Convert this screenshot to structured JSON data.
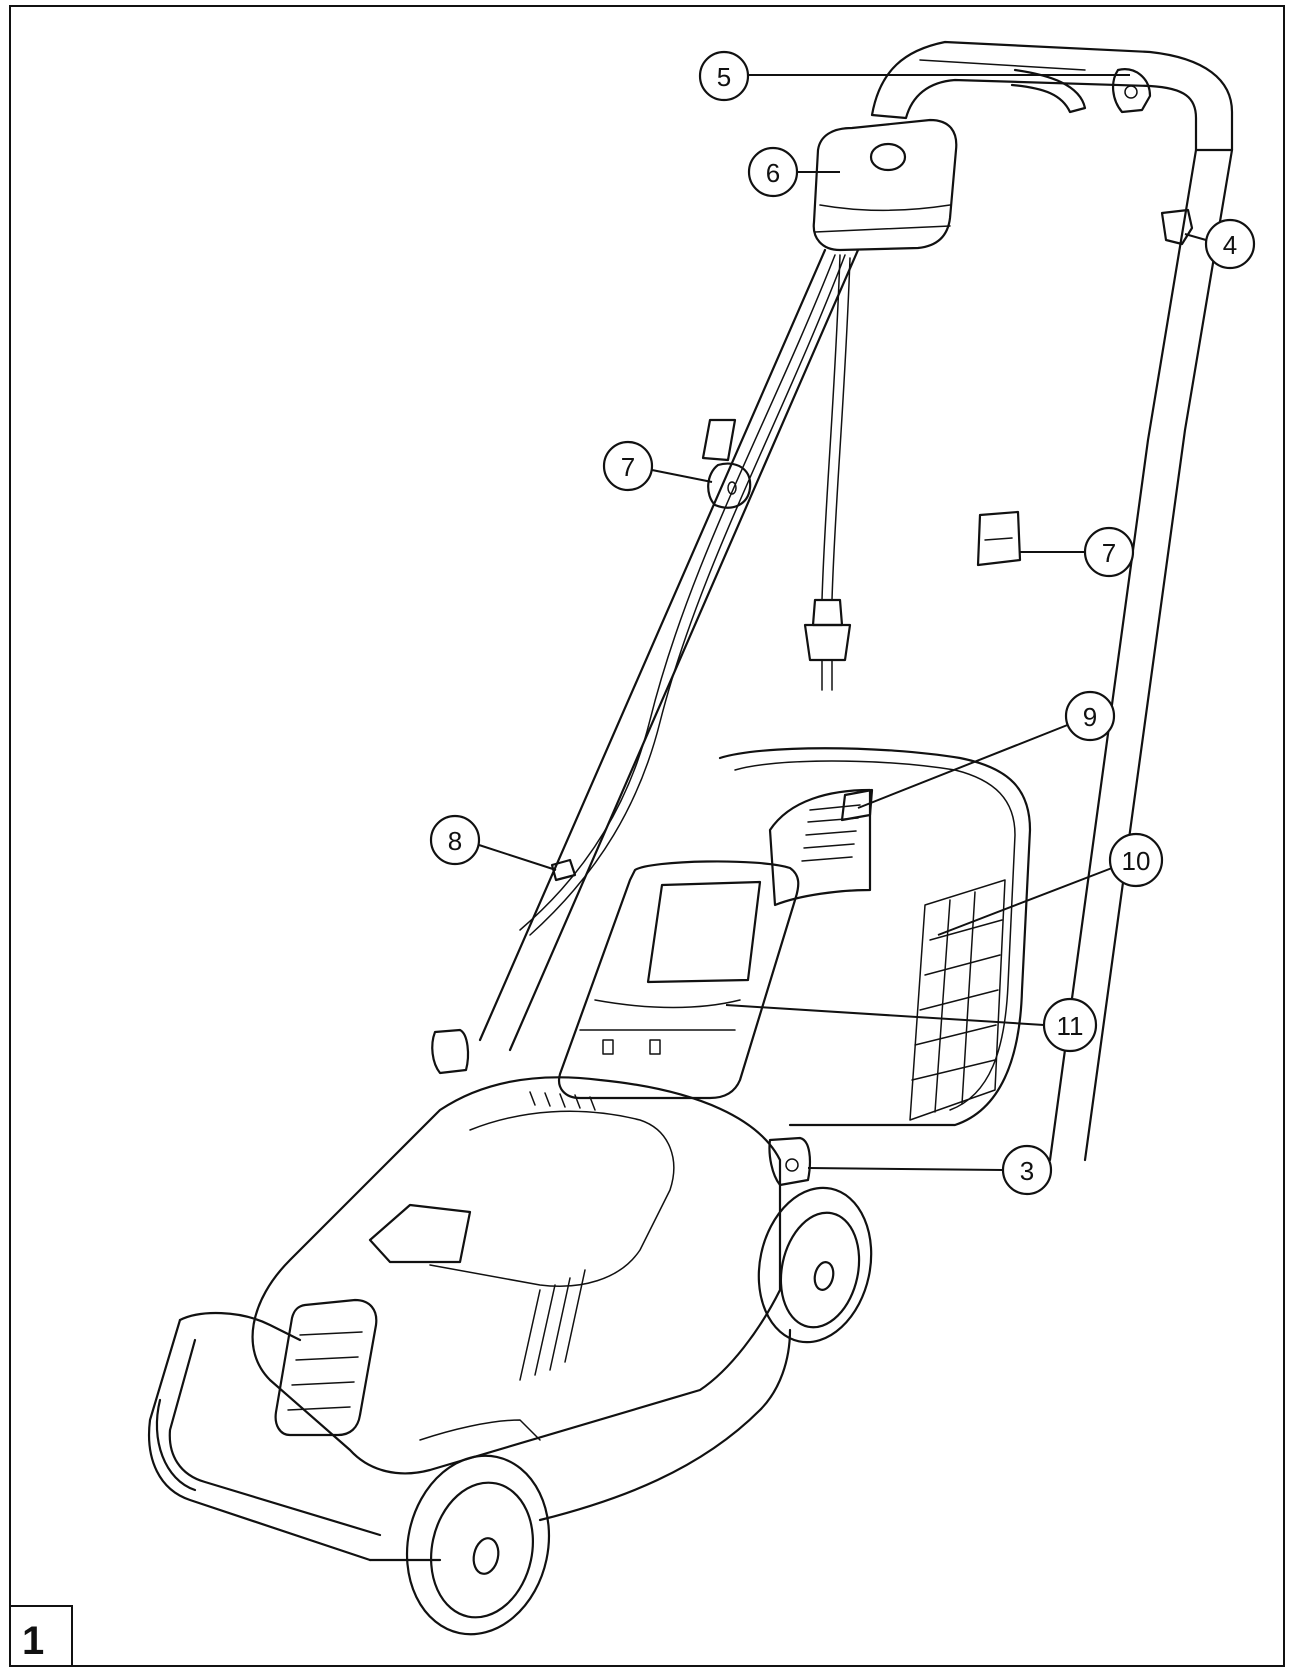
{
  "figure": {
    "label": "1",
    "callouts": [
      {
        "id": "c5",
        "text": "5"
      },
      {
        "id": "c6",
        "text": "6"
      },
      {
        "id": "c4",
        "text": "4"
      },
      {
        "id": "c7a",
        "text": "7"
      },
      {
        "id": "c7b",
        "text": "7"
      },
      {
        "id": "c9",
        "text": "9"
      },
      {
        "id": "c8",
        "text": "8"
      },
      {
        "id": "c10",
        "text": "10"
      },
      {
        "id": "c11",
        "text": "11"
      },
      {
        "id": "c3",
        "text": "3"
      }
    ]
  }
}
